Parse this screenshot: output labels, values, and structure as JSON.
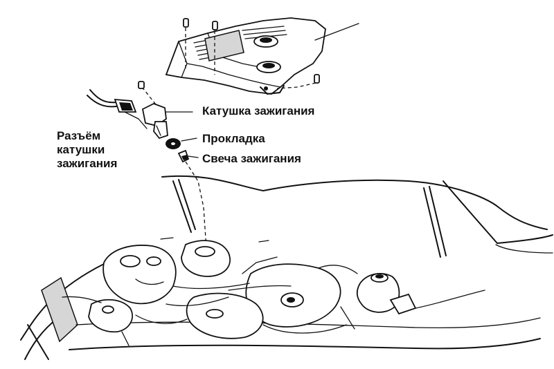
{
  "labels": {
    "ignition_coil": "Катушка зажигания",
    "gasket": "Прокладка",
    "spark_plug": "Свеча зажигания",
    "coil_connector_line1": "Разъём",
    "coil_connector_line2": "катушки",
    "coil_connector_line3": "зажигания"
  }
}
